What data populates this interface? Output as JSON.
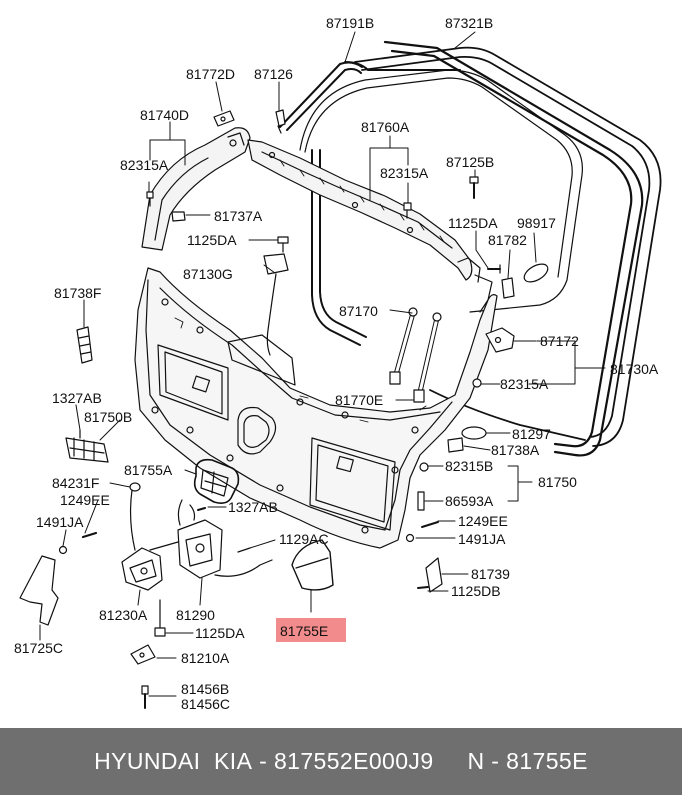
{
  "diagram": {
    "highlight_color": "#f28b8b",
    "labels": {
      "p87191B": "87191B",
      "p87321B": "87321B",
      "p81772D": "81772D",
      "p87126": "87126",
      "p81740D": "81740D",
      "p81760A": "81760A",
      "p82315A_1": "82315A",
      "p82315A_2": "82315A",
      "p87125B": "87125B",
      "p81737A": "81737A",
      "p1125DA_1": "1125DA",
      "p98917": "98917",
      "p1125DA_2": "1125DA",
      "p81782": "81782",
      "p87130G": "87130G",
      "p81738F": "81738F",
      "p87170": "87170",
      "p87172": "87172",
      "p82315A_3": "82315A",
      "p81730A": "81730A",
      "p1327AB_1": "1327AB",
      "p81750B": "81750B",
      "p81770E": "81770E",
      "p81297": "81297",
      "p81738A": "81738A",
      "p81755A": "81755A",
      "p82315B": "82315B",
      "p81750": "81750",
      "p84231F": "84231F",
      "p1249EE_1": "1249EE",
      "p86593A": "86593A",
      "p1327AB_2": "1327AB",
      "p1249EE_2": "1249EE",
      "p1491JA_1": "1491JA",
      "p1491JA_2": "1491JA",
      "p1129AC": "1129AC",
      "p81739": "81739",
      "p1125DB": "1125DB",
      "p81230A": "81230A",
      "p81290": "81290",
      "p81755E": "81755E",
      "p1125DA_3": "1125DA",
      "p81725C": "81725C",
      "p81210A": "81210A",
      "p81456B": "81456B",
      "p81456C": "81456C"
    }
  },
  "footer": {
    "brand": "HYUNDAI  KIA",
    "sep1": " - ",
    "oem_number": "817552E000J9",
    "gap": "     ",
    "n_prefix": "N",
    "sep2": " - ",
    "part_number": "81755E"
  }
}
